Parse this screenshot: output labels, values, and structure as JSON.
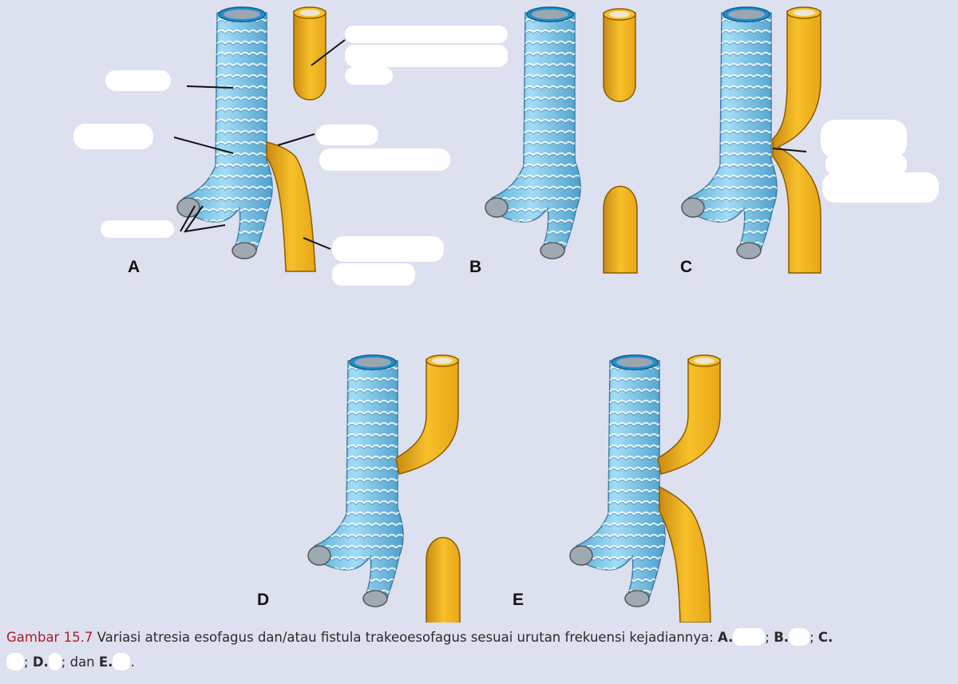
{
  "panels": [
    {
      "id": "A",
      "letter": "A"
    },
    {
      "id": "B",
      "letter": "B"
    },
    {
      "id": "C",
      "letter": "C"
    },
    {
      "id": "D",
      "letter": "D"
    },
    {
      "id": "E",
      "letter": "E"
    }
  ],
  "caption": {
    "figure_label": "Gambar 15.7",
    "text": "Variasi atresia esofagus dan/atau fistula trakeoesofagus sesuai urutan frekuensi kejadiannya:",
    "items": [
      {
        "key": "A."
      },
      {
        "key": "B."
      },
      {
        "key": "C."
      },
      {
        "key": "D."
      },
      {
        "key": "E."
      }
    ],
    "connector": "dan"
  },
  "colors": {
    "background": "#dde0ef",
    "trachea": "#7ec8ec",
    "trachea_rim": "#1f8fd1",
    "esophagus": "#f2b51c",
    "caption_label": "#b01e24"
  },
  "icons": [
    "trachea-icon",
    "esophagus-icon"
  ]
}
